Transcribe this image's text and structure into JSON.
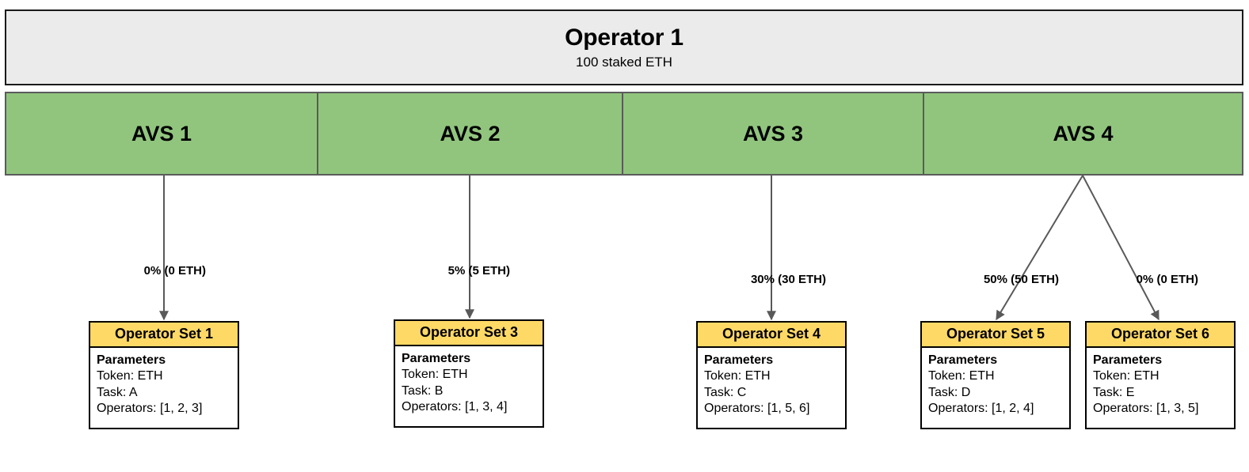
{
  "diagram": {
    "title": "Operator 1 allocation to AVS operator sets",
    "operator": {
      "name": "Operator 1",
      "stake": "100 staked ETH"
    },
    "avs": [
      {
        "label": "AVS 1"
      },
      {
        "label": "AVS 2"
      },
      {
        "label": "AVS 3"
      },
      {
        "label": "AVS 4"
      }
    ],
    "allocations": [
      {
        "label": "0% (0 ETH)",
        "percent": 0,
        "eth": 0,
        "from": "AVS 1",
        "to": "Operator Set 1"
      },
      {
        "label": "5% (5 ETH)",
        "percent": 5,
        "eth": 5,
        "from": "AVS 2",
        "to": "Operator Set 3"
      },
      {
        "label": "30% (30 ETH)",
        "percent": 30,
        "eth": 30,
        "from": "AVS 3",
        "to": "Operator Set 4"
      },
      {
        "label": "50% (50 ETH)",
        "percent": 50,
        "eth": 50,
        "from": "AVS 4",
        "to": "Operator Set 5"
      },
      {
        "label": "0% (0 ETH)",
        "percent": 0,
        "eth": 0,
        "from": "AVS 4",
        "to": "Operator Set 6"
      }
    ],
    "operator_sets": [
      {
        "title": "Operator Set 1",
        "params_heading": "Parameters",
        "token": "Token: ETH",
        "task": "Task: A",
        "operators": "Operators: [1, 2, 3]"
      },
      {
        "title": "Operator Set 3",
        "params_heading": "Parameters",
        "token": "Token: ETH",
        "task": "Task: B",
        "operators": "Operators: [1, 3, 4]"
      },
      {
        "title": "Operator Set 4",
        "params_heading": "Parameters",
        "token": "Token: ETH",
        "task": "Task: C",
        "operators": "Operators: [1, 5, 6]"
      },
      {
        "title": "Operator Set 5",
        "params_heading": "Parameters",
        "token": "Token: ETH",
        "task": "Task: D",
        "operators": "Operators: [1, 2, 4]"
      },
      {
        "title": "Operator Set 6",
        "params_heading": "Parameters",
        "token": "Token: ETH",
        "task": "Task: E",
        "operators": "Operators: [1, 3, 5]"
      }
    ],
    "colors": {
      "operator_fill": "#ebebeb",
      "avs_fill": "#91c57e",
      "opset_header_fill": "#ffd966",
      "opset_body_fill": "#ffffff",
      "border": "#000000",
      "arrow": "#595959"
    }
  }
}
